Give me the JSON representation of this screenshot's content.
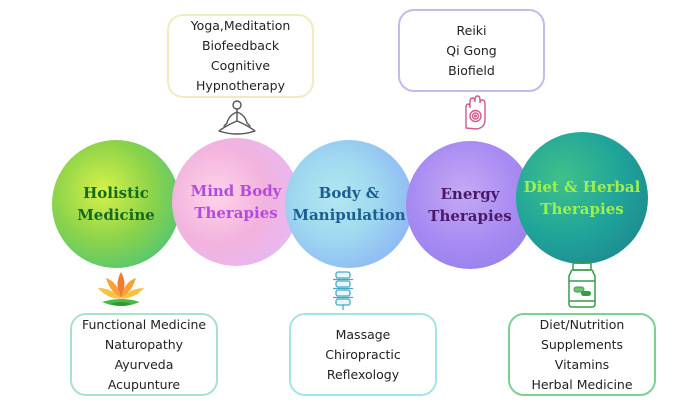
{
  "circles": [
    {
      "line1": "Holistic",
      "line2": "Medicine",
      "color": "#166a1f"
    },
    {
      "line1": "Mind Body",
      "line2": "Therapies",
      "color": "#b44bdb"
    },
    {
      "line1": "Body &",
      "line2": "Manipulation",
      "color": "#1b5e8f"
    },
    {
      "line1": "Energy",
      "line2": "Therapies",
      "color": "#4a1a6a"
    },
    {
      "line1": "Diet & Herbal",
      "line2": "Therapies",
      "color": "#9ff04a"
    }
  ],
  "boxes": {
    "mind_body": {
      "items": [
        "Yoga,Meditation",
        "Biofeedback",
        "Cognitive",
        "Hypnotherapy"
      ],
      "border": "#f1ecc0"
    },
    "energy": {
      "items": [
        "Reiki",
        "Qi Gong",
        "Biofield"
      ],
      "border": "#c9b8ec"
    },
    "holistic": {
      "items": [
        "Functional Medicine",
        "Naturopathy",
        "Ayurveda",
        "Acupunture"
      ],
      "border": "#a9e2c8"
    },
    "body_manipulation": {
      "items": [
        "Massage",
        "Chiropractic",
        "Reflexology"
      ],
      "border": "#a5e4e6"
    },
    "diet_herbal": {
      "items": [
        "Diet/Nutrition",
        "Supplements",
        "Vitamins",
        "Herbal Medicine"
      ],
      "border": "#7fcf93"
    }
  },
  "icons": [
    "meditation-icon",
    "reiki-hand-icon",
    "lotus-icon",
    "spine-icon",
    "supplement-bottle-icon"
  ]
}
